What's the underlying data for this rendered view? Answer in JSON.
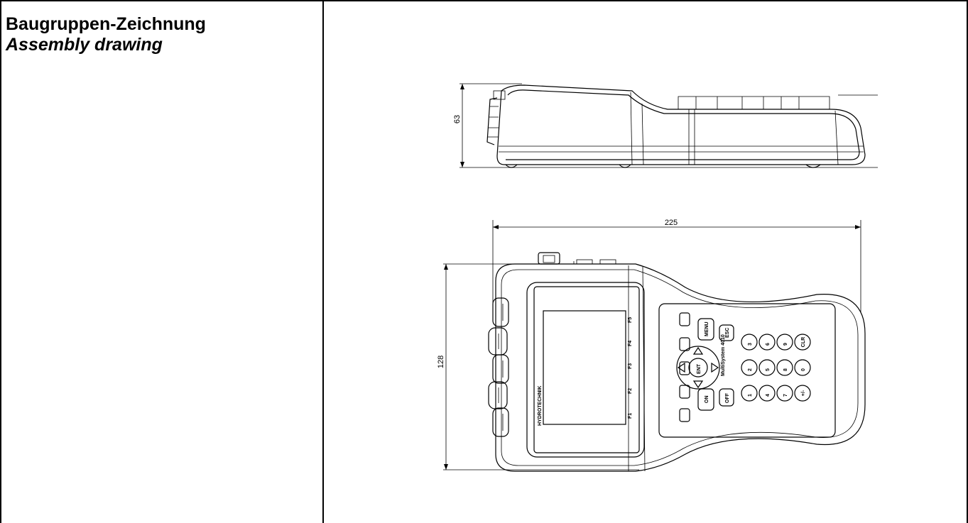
{
  "header": {
    "title_de": "Baugruppen-Zeichnung",
    "title_en": "Assembly drawing"
  },
  "drawing": {
    "height_dim": "63",
    "length_dim": "225",
    "width_dim": "128",
    "brand": "HYDROTECHNIK",
    "model": "MultiSystem 4010",
    "fkeys": [
      "F1",
      "F2",
      "F3",
      "F4",
      "F5"
    ],
    "keys": {
      "menu": "MENU",
      "esc": "ESC",
      "ent": "ENT",
      "on": "ON",
      "off": "OFF",
      "clr": "CLR",
      "k1": "1",
      "k2": "2",
      "k3": "3",
      "k4": "4",
      "k5": "5",
      "k6": "6",
      "k7": "7",
      "k8": "8",
      "k9": "9",
      "k0": "0",
      "dot": ".",
      "pm": "+/-"
    }
  }
}
